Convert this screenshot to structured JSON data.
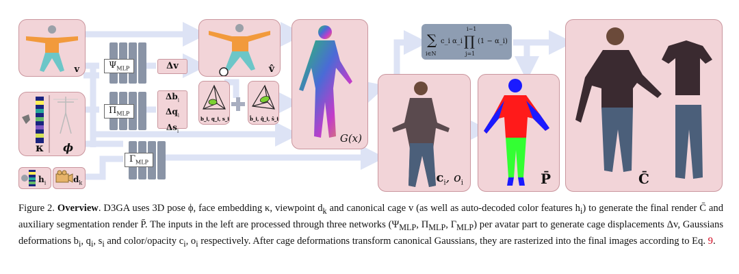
{
  "figure": {
    "labels": {
      "canonical_cage": "v",
      "face_embedding": "κ",
      "pose": "ϕ",
      "color_features": "h",
      "color_features_sub": "i",
      "viewpoint": "d",
      "viewpoint_sub": "k",
      "deformed_cage": "v̂",
      "deformation_field": "G(x)",
      "color_opacity": "c",
      "color_opacity_sub": "i",
      "color_opacity_tail": ", o",
      "color_opacity_tail_sub": "i",
      "segmentation": "P̄",
      "final_render": "C̄"
    },
    "networks": {
      "psi": "Ψ",
      "pi": "Π",
      "gamma": "Γ",
      "mlp_sub": "MLP"
    },
    "outputs": {
      "delta_v": "Δv",
      "delta_b": "Δb",
      "delta_q": "Δq",
      "delta_s": "Δs",
      "sub_i": "i"
    },
    "gaussian_labels": {
      "canonical": "b_i, q_i, s_i",
      "deformed": "b̂_i, q̂_i, ŝ_i"
    },
    "formula": {
      "sum_sub": "i∈N",
      "term": "c_i α_i",
      "prod_top": "i−1",
      "prod_bottom": "j=1",
      "factor": "(1 − α_i)"
    },
    "colors": {
      "panel_fill": "#f2d4d8",
      "panel_border": "#c9959d",
      "arrow": "#dde3f5",
      "formula_fill": "#8e9db2",
      "net_block": "#8a94a6",
      "seg_torso": "#ff1a1a",
      "seg_limbs": "#1a1aff",
      "seg_legs": "#33ff33"
    }
  },
  "caption": {
    "fig_no": "Figure 2.",
    "title": "Overview",
    "body_1": ". D3GA uses 3D pose ϕ, face embedding κ, viewpoint d",
    "sub_k": "k",
    "body_2": " and canonical cage v (as well as auto-decoded color features h",
    "sub_i1": "i",
    "body_3": ") to generate the final render C̄ and auxiliary segmentation render P̄. The inputs in the left are processed through three networks (Ψ",
    "mlp1": "MLP",
    "body_4": ", Π",
    "mlp2": "MLP",
    "body_5": ", Γ",
    "mlp3": "MLP",
    "body_6": ") per avatar part to generate cage displacements Δv, Gaussians deformations b",
    "sub_i2": "i",
    "body_7": ", q",
    "sub_i3": "i",
    "body_8": ", s",
    "sub_i4": "i",
    "body_9": " and color/opacity c",
    "sub_i5": "i",
    "body_10": ", o",
    "sub_i6": "i",
    "body_11": " respectively. After cage deformations transform canonical Gaussians, they are rasterized into the final images according to Eq. ",
    "eq_ref": "9",
    "body_12": "."
  }
}
